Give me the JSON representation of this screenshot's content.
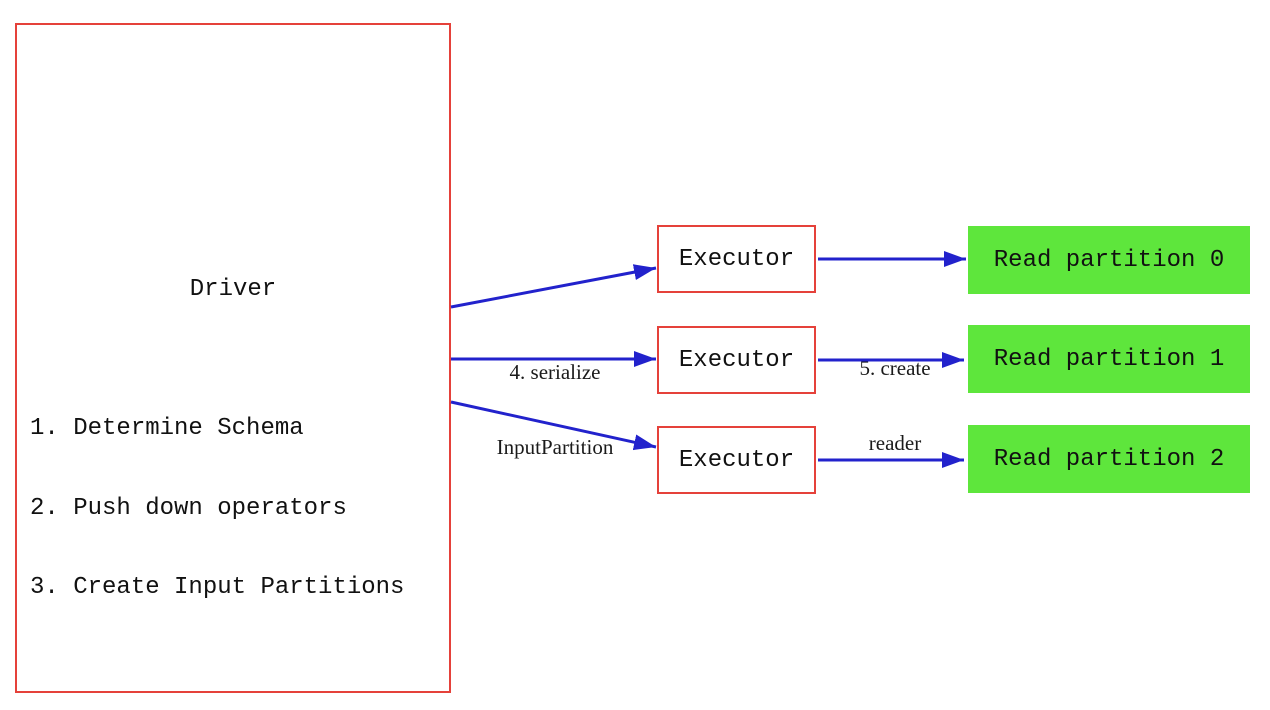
{
  "colors": {
    "red": "#e5413a",
    "blue": "#2222cc",
    "green": "#5ee63c",
    "ink": "#111111"
  },
  "driver": {
    "title": "Driver",
    "steps": [
      "1. Determine Schema",
      "2. Push down operators",
      "3. Create Input Partitions"
    ]
  },
  "executors": [
    {
      "label": "Executor"
    },
    {
      "label": "Executor"
    },
    {
      "label": "Executor"
    }
  ],
  "partitions": [
    {
      "label": "Read partition 0"
    },
    {
      "label": "Read partition 1"
    },
    {
      "label": "Read partition 2"
    }
  ],
  "annotations": {
    "serialize": {
      "line1": "4. serialize",
      "line2": "InputPartition"
    },
    "create_reader": {
      "line1": "5. create",
      "line2": "reader"
    }
  }
}
